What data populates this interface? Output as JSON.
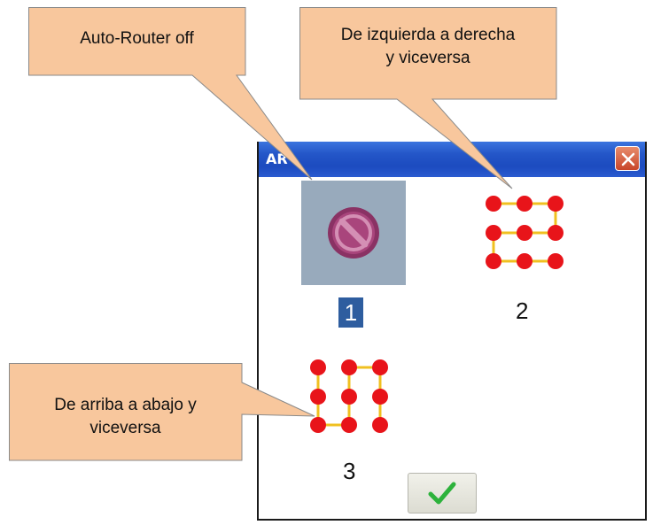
{
  "window": {
    "title": "AR",
    "close_icon": "close-icon"
  },
  "options": [
    {
      "number": "1",
      "icon": "no-entry-icon",
      "selected": true
    },
    {
      "number": "2",
      "icon": "horizontal-snake-pattern-icon",
      "selected": false
    },
    {
      "number": "3",
      "icon": "vertical-snake-pattern-icon",
      "selected": false
    }
  ],
  "ok_button": {
    "icon": "checkmark-icon"
  },
  "callouts": {
    "auto_router": "Auto-Router off",
    "left_right_line1": "De izquierda a derecha",
    "left_right_line2": "y viceversa",
    "top_bottom_line1": "De arriba a abajo y",
    "top_bottom_line2": "viceversa"
  },
  "colors": {
    "callout_fill": "#f8c79d",
    "titlebar": "#2456c8",
    "dot": "#e8141a",
    "connector": "#f0c020",
    "check": "#2db23c",
    "selection": "#2e5d9f"
  }
}
